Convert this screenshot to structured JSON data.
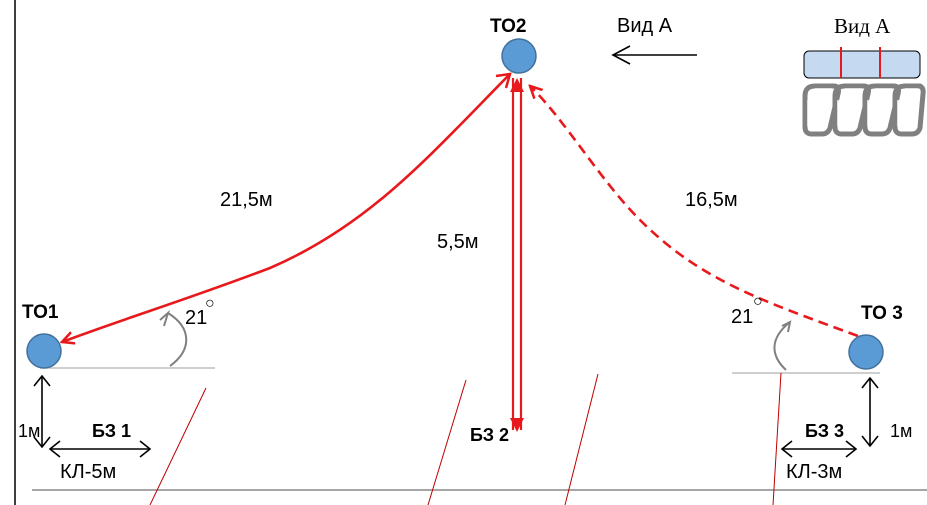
{
  "points": {
    "to1": "ТО1",
    "to2": "ТО2",
    "to3": "ТО 3"
  },
  "zones": {
    "bz1": "БЗ 1",
    "bz2": "БЗ 2",
    "bz3": "БЗ 3"
  },
  "distances": {
    "to1_to2": "21,5м",
    "to2_bz2": "5,5м",
    "to3_to2": "16,5м",
    "height_left": "1м",
    "height_right": "1м",
    "kl_left": "КЛ-5м",
    "kl_right": "КЛ-3м"
  },
  "angles": {
    "left_value": "21",
    "right_value": "21",
    "degree_symbol": "○"
  },
  "view": {
    "arrow_label": "Вид  А",
    "inset_title": "Вид А"
  },
  "colors": {
    "rope": "#e8191c",
    "node_fill": "#5b9bd5",
    "node_stroke": "#41719c",
    "inset_bar": "#c5d9f1",
    "carabiner": "#808080",
    "ground": "#a6a6a6"
  }
}
